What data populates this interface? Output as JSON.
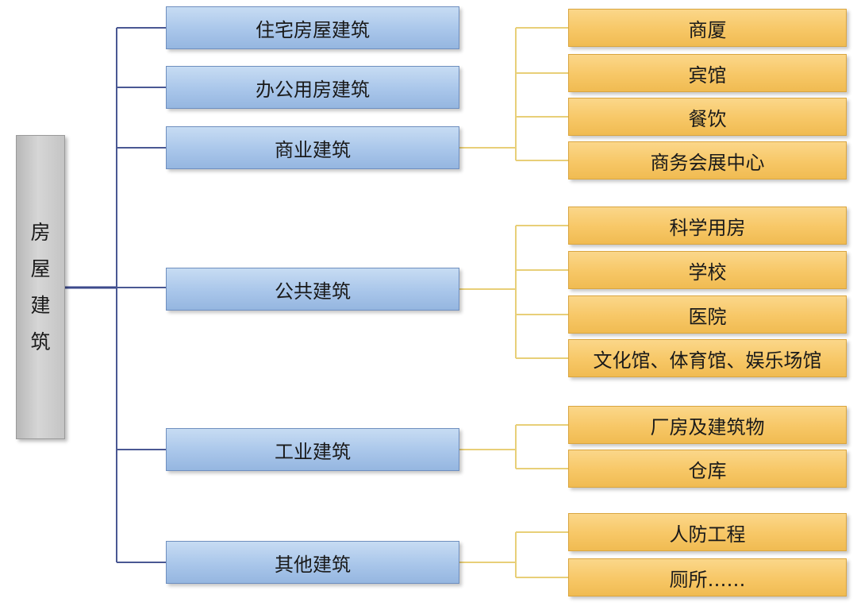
{
  "root": {
    "chars": [
      "房",
      "屋",
      "建",
      "筑"
    ]
  },
  "categories": [
    {
      "label": "住宅房屋建筑",
      "children": []
    },
    {
      "label": "办公用房建筑",
      "children": []
    },
    {
      "label": "商业建筑",
      "children": [
        "商厦",
        "宾馆",
        "餐饮",
        "商务会展中心"
      ]
    },
    {
      "label": "公共建筑",
      "children": [
        "科学用房",
        "学校",
        "医院",
        "文化馆、体育馆、娱乐场馆"
      ]
    },
    {
      "label": "工业建筑",
      "children": [
        "厂房及建筑物",
        "仓库"
      ]
    },
    {
      "label": "其他建筑",
      "children": [
        "人防工程",
        "厕所……"
      ]
    }
  ],
  "colors": {
    "root_fill": "#c8c8c8",
    "category_fill": "#a9c6ea",
    "leaf_fill": "#f7c766",
    "root_connector": "#3c4a8c",
    "category_connector": "#e8cf78"
  }
}
